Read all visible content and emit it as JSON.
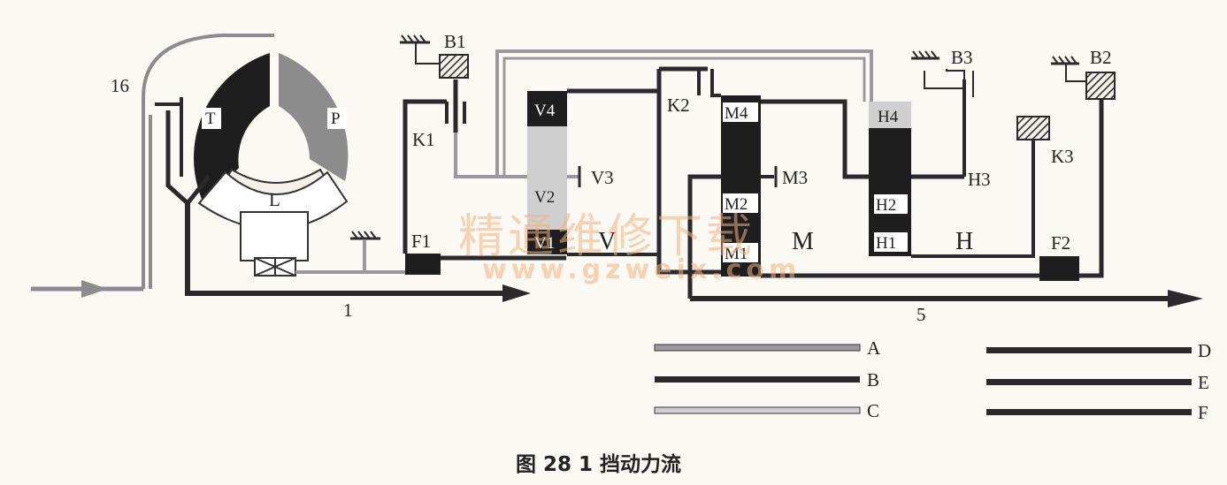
{
  "labels": {
    "n16": "16",
    "T": "T",
    "P": "P",
    "L": "L",
    "B1": "B1",
    "K1": "K1",
    "F1": "F1",
    "V4": "V4",
    "V3": "V3",
    "V2": "V2",
    "V1": "V1",
    "V": "V",
    "K2": "K2",
    "M4": "M4",
    "M3": "M3",
    "M2": "M2",
    "M1": "M1",
    "M": "M",
    "H4": "H4",
    "H3": "H3",
    "H2": "H2",
    "H1": "H1",
    "H": "H",
    "B3": "B3",
    "B2": "B2",
    "K3": "K3",
    "F2": "F2",
    "n1": "1",
    "n5": "5"
  },
  "legend": [
    {
      "key": "A",
      "color": "#9a9a9a"
    },
    {
      "key": "B",
      "color": "#2a2a2a"
    },
    {
      "key": "C",
      "color": "#cfcfcf"
    },
    {
      "key": "D",
      "color": "#2a2a2a"
    },
    {
      "key": "E",
      "color": "#2a2a2a"
    },
    {
      "key": "F",
      "color": "#2a2a2a"
    }
  ],
  "watermark": {
    "text": "精通维修下载",
    "url": "www.gzweix.com"
  },
  "caption": "图 28   1 挡动力流",
  "colors": {
    "line": "#2a2a2a",
    "dark": "#222222",
    "medium": "#8c8c8c",
    "light": "#d0d0d0",
    "background": "#fbf9f3"
  }
}
